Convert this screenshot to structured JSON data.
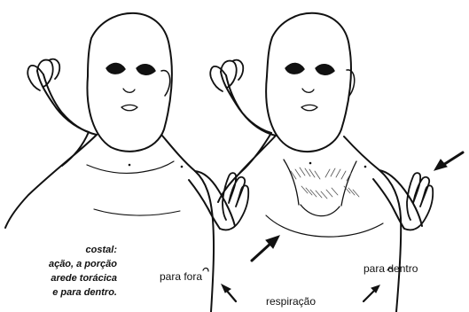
{
  "caption": {
    "line1": "costal:",
    "line2": "ação, a porção",
    "line3": "arede torácica",
    "line4": "e para dentro."
  },
  "labels": {
    "para_fora": "para fora",
    "para_dentro": "para dentro",
    "respiracao": "respiração"
  },
  "colors": {
    "ink": "#111111",
    "background": "#ffffff",
    "shading": "#555555"
  },
  "icons": {
    "left_arrow": "arrow-up-left-icon",
    "right_arrow": "arrow-up-right-icon",
    "body_arrow": "arrow-up-right-icon",
    "chest_arrow": "arrow-down-left-icon"
  }
}
